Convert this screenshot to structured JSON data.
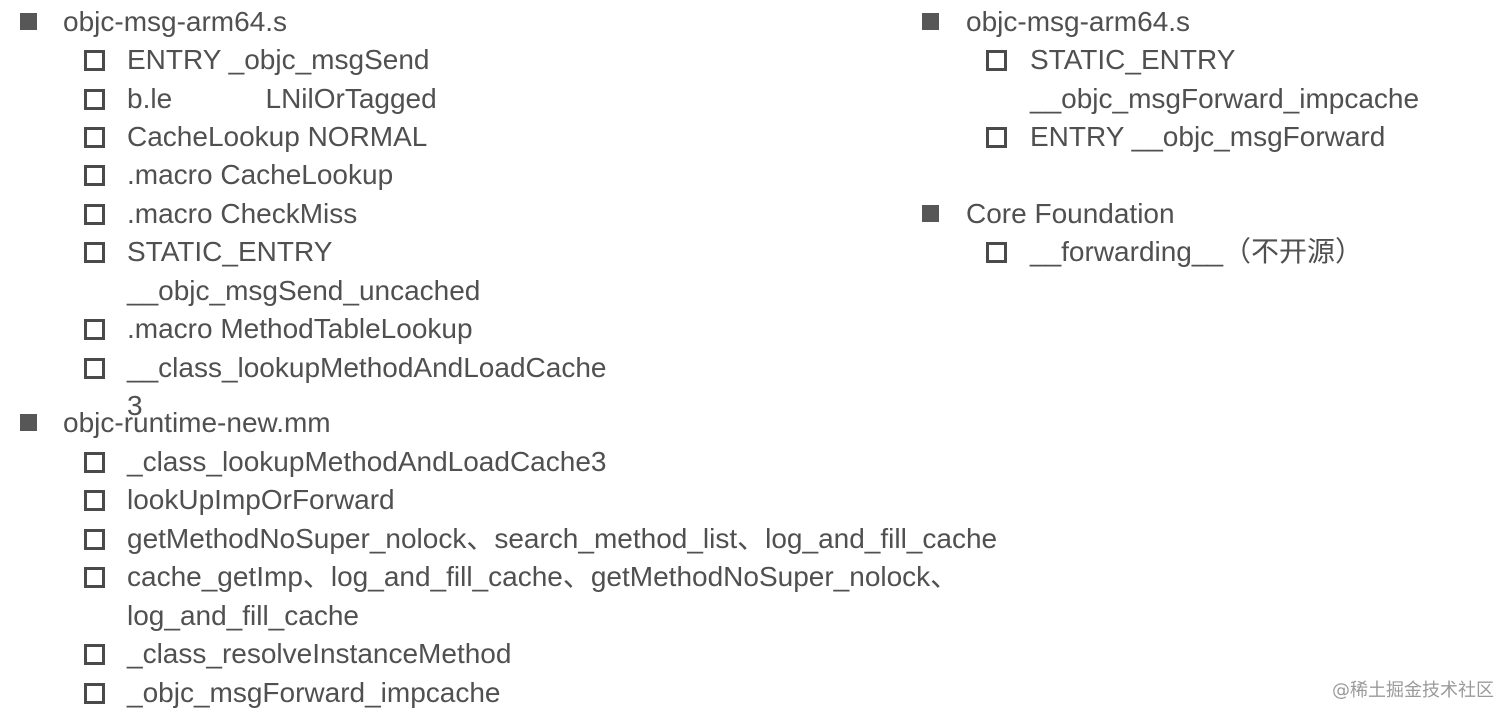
{
  "left_column": {
    "section1": {
      "title": "objc-msg-arm64.s",
      "items": [
        "ENTRY _objc_msgSend",
        "b.le            LNilOrTagged",
        "CacheLookup NORMAL",
        ".macro CacheLookup",
        ".macro CheckMiss",
        "STATIC_ENTRY",
        "__objc_msgSend_uncached",
        ".macro MethodTableLookup",
        "__class_lookupMethodAndLoadCache",
        "3"
      ]
    },
    "section2": {
      "title": "objc-runtime-new.mm",
      "items": [
        "_class_lookupMethodAndLoadCache3",
        "lookUpImpOrForward",
        "getMethodNoSuper_nolock、search_method_list、log_and_fill_cache",
        "cache_getImp、log_and_fill_cache、getMethodNoSuper_nolock、",
        "log_and_fill_cache",
        "_class_resolveInstanceMethod",
        "_objc_msgForward_impcache"
      ]
    }
  },
  "right_column": {
    "section1": {
      "title": "objc-msg-arm64.s",
      "items": [
        "STATIC_ENTRY",
        "__objc_msgForward_impcache",
        "ENTRY __objc_msgForward"
      ]
    },
    "section2": {
      "title": "Core Foundation",
      "items": [
        "__forwarding__（不开源）"
      ]
    }
  },
  "watermark": "@稀土掘金技术社区",
  "colors": {
    "text": "#505050",
    "bullet": "#575757",
    "background": "#ffffff"
  }
}
